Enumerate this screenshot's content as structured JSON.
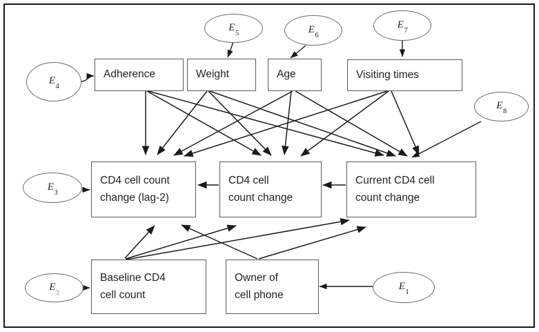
{
  "figure": {
    "type": "path-diagram",
    "border_color": "#1a1a1a",
    "box_border_color": "#5a5a5a",
    "ellipse_border_color": "#6b6b6b",
    "text_color": "#231f20",
    "background": "#ffffff"
  },
  "boxes": [
    {
      "id": "adherence",
      "label": "Adherence"
    },
    {
      "id": "weight",
      "label": "Weight"
    },
    {
      "id": "age",
      "label": "Age"
    },
    {
      "id": "visiting_times",
      "label": "Visiting times"
    },
    {
      "id": "cd4_lag2",
      "line1": "CD4 cell count",
      "line2": "change (lag-2)"
    },
    {
      "id": "cd4_change",
      "line1": "CD4 cell",
      "line2": "count change"
    },
    {
      "id": "cd4_current",
      "line1": "Current CD4 cell",
      "line2": "count change"
    },
    {
      "id": "baseline_cd4",
      "line1": "Baseline CD4",
      "line2": "cell count"
    },
    {
      "id": "owner_phone",
      "line1": "Owner of",
      "line2": "cell phone"
    }
  ],
  "error_terms": [
    {
      "id": "e1",
      "letter": "E",
      "subscript": "1"
    },
    {
      "id": "e2",
      "letter": "E",
      "subscript": "2"
    },
    {
      "id": "e3",
      "letter": "E",
      "subscript": "3"
    },
    {
      "id": "e4",
      "letter": "E",
      "subscript": "4"
    },
    {
      "id": "e5",
      "letter": "E",
      "subscript": "5"
    },
    {
      "id": "e6",
      "letter": "E",
      "subscript": "6"
    },
    {
      "id": "e7",
      "letter": "E",
      "subscript": "7"
    },
    {
      "id": "e8",
      "letter": "E",
      "subscript": "8"
    }
  ],
  "edges": [
    {
      "from": "e4",
      "to": "adherence"
    },
    {
      "from": "e5",
      "to": "weight"
    },
    {
      "from": "e6",
      "to": "age"
    },
    {
      "from": "e7",
      "to": "visiting_times"
    },
    {
      "from": "e8",
      "to": "cd4_current"
    },
    {
      "from": "e3",
      "to": "cd4_lag2"
    },
    {
      "from": "e1",
      "to": "owner_phone"
    },
    {
      "from": "e2",
      "to": "baseline_cd4"
    },
    {
      "from": "adherence",
      "to": "cd4_lag2"
    },
    {
      "from": "adherence",
      "to": "cd4_change"
    },
    {
      "from": "adherence",
      "to": "cd4_current"
    },
    {
      "from": "weight",
      "to": "cd4_lag2"
    },
    {
      "from": "weight",
      "to": "cd4_change"
    },
    {
      "from": "weight",
      "to": "cd4_current"
    },
    {
      "from": "age",
      "to": "cd4_lag2"
    },
    {
      "from": "age",
      "to": "cd4_change"
    },
    {
      "from": "age",
      "to": "cd4_current"
    },
    {
      "from": "visiting_times",
      "to": "cd4_lag2"
    },
    {
      "from": "visiting_times",
      "to": "cd4_change"
    },
    {
      "from": "visiting_times",
      "to": "cd4_current"
    },
    {
      "from": "cd4_current",
      "to": "cd4_change"
    },
    {
      "from": "cd4_change",
      "to": "cd4_lag2"
    },
    {
      "from": "baseline_cd4",
      "to": "cd4_lag2"
    },
    {
      "from": "baseline_cd4",
      "to": "cd4_change"
    },
    {
      "from": "baseline_cd4",
      "to": "cd4_current"
    },
    {
      "from": "owner_phone",
      "to": "cd4_lag2"
    },
    {
      "from": "owner_phone",
      "to": "cd4_current"
    }
  ]
}
